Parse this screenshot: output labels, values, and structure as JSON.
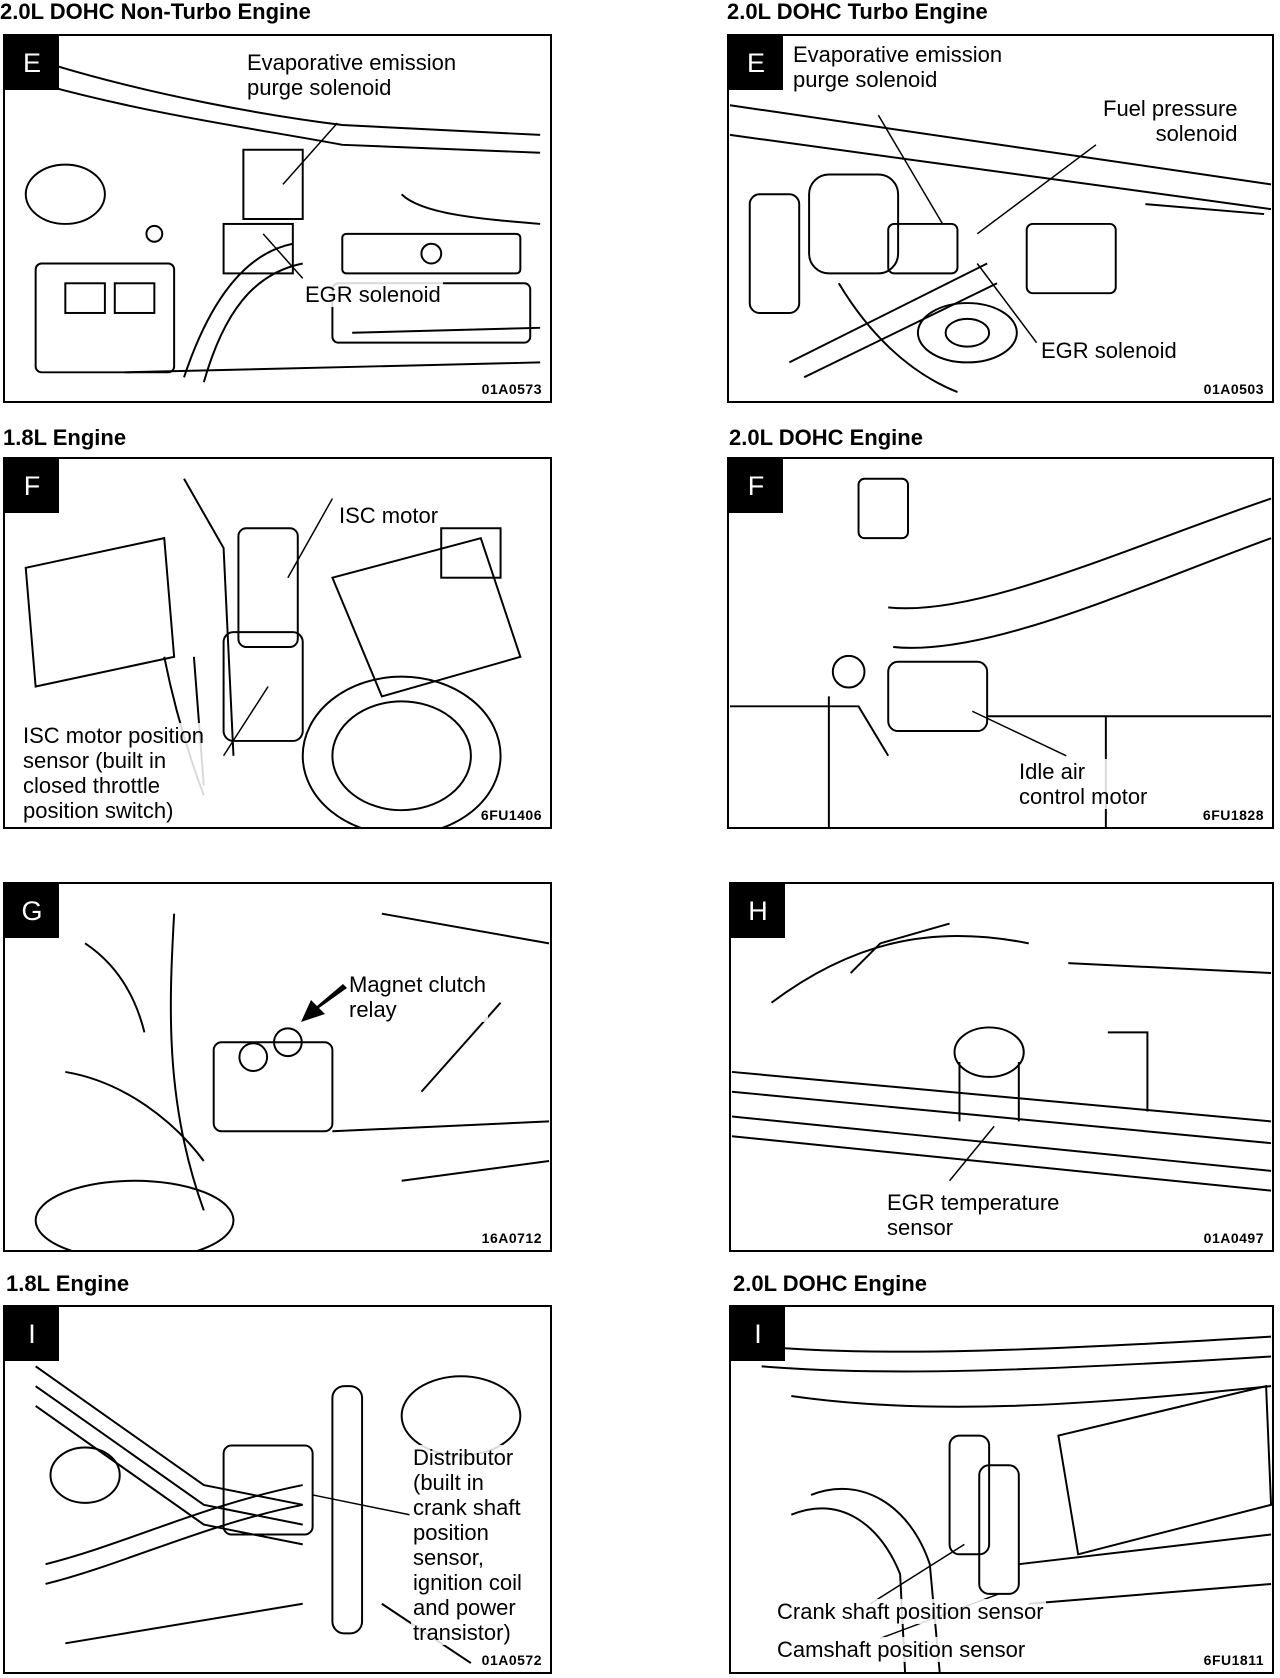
{
  "headings": {
    "top_left": "2.0L DOHC Non-Turbo Engine",
    "top_right": "2.0L DOHC Turbo Engine",
    "row2_left": "1.8L Engine",
    "row2_right": "2.0L DOHC Engine",
    "row4_left": "1.8L Engine",
    "row4_right": "2.0L DOHC Engine"
  },
  "panels": {
    "e_left": {
      "letter": "E",
      "labels": [
        "Evaporative emission\npurge solenoid",
        "EGR solenoid"
      ],
      "code": "01A0573"
    },
    "e_right": {
      "letter": "E",
      "labels": [
        "Evaporative emission\npurge solenoid",
        "Fuel pressure\nsolenoid",
        "EGR solenoid"
      ],
      "code": "01A0503"
    },
    "f_left": {
      "letter": "F",
      "labels": [
        "ISC motor",
        "ISC motor position\nsensor (built in\nclosed throttle\nposition switch)"
      ],
      "code": "6FU1406"
    },
    "f_right": {
      "letter": "F",
      "labels": [
        "Idle air\ncontrol motor"
      ],
      "code": "6FU1828"
    },
    "g": {
      "letter": "G",
      "labels": [
        "Magnet clutch\nrelay"
      ],
      "code": "16A0712"
    },
    "h": {
      "letter": "H",
      "labels": [
        "EGR temperature\nsensor"
      ],
      "code": "01A0497"
    },
    "i_left": {
      "letter": "I",
      "labels": [
        "Distributor\n(built in\ncrank shaft\nposition\nsensor,\nignition coil\nand power\ntransistor)"
      ],
      "code": "01A0572"
    },
    "i_right": {
      "letter": "I",
      "labels": [
        "Crank shaft position sensor",
        "Camshaft position sensor"
      ],
      "code": "6FU1811"
    }
  }
}
